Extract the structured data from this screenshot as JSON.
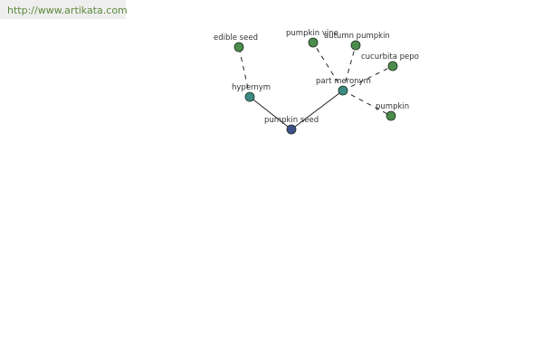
{
  "watermark": {
    "url_text": "http://www.artikata.com"
  },
  "graph": {
    "nodes": [
      {
        "id": "pumpkin-seed",
        "label": "pumpkin seed",
        "kind": "root",
        "color": "#3e4f8c"
      },
      {
        "id": "hypernym",
        "label": "hypernym",
        "kind": "relation",
        "color": "#3d8a84"
      },
      {
        "id": "part-meronym",
        "label": "part meronym",
        "kind": "relation",
        "color": "#3d8a84"
      },
      {
        "id": "edible-seed",
        "label": "edible seed",
        "kind": "term",
        "color": "#4c8c4c"
      },
      {
        "id": "pumpkin-vine",
        "label": "pumpkin vine",
        "kind": "term",
        "color": "#4c8c4c"
      },
      {
        "id": "autumn-pumpkin",
        "label": "autumn pumpkin",
        "kind": "term",
        "color": "#4c8c4c"
      },
      {
        "id": "cucurbita-pepo",
        "label": "cucurbita pepo",
        "kind": "term",
        "color": "#4c8c4c"
      },
      {
        "id": "pumpkin",
        "label": "pumpkin",
        "kind": "term",
        "color": "#4c8c4c"
      }
    ],
    "edges": [
      {
        "from": "pumpkin-seed",
        "to": "hypernym",
        "style": "solid"
      },
      {
        "from": "pumpkin-seed",
        "to": "part-meronym",
        "style": "solid"
      },
      {
        "from": "hypernym",
        "to": "edible-seed",
        "style": "dashed"
      },
      {
        "from": "part-meronym",
        "to": "pumpkin-vine",
        "style": "dashed"
      },
      {
        "from": "part-meronym",
        "to": "autumn-pumpkin",
        "style": "dashed"
      },
      {
        "from": "part-meronym",
        "to": "cucurbita-pepo",
        "style": "dashed"
      },
      {
        "from": "part-meronym",
        "to": "pumpkin",
        "style": "dashed"
      }
    ]
  }
}
